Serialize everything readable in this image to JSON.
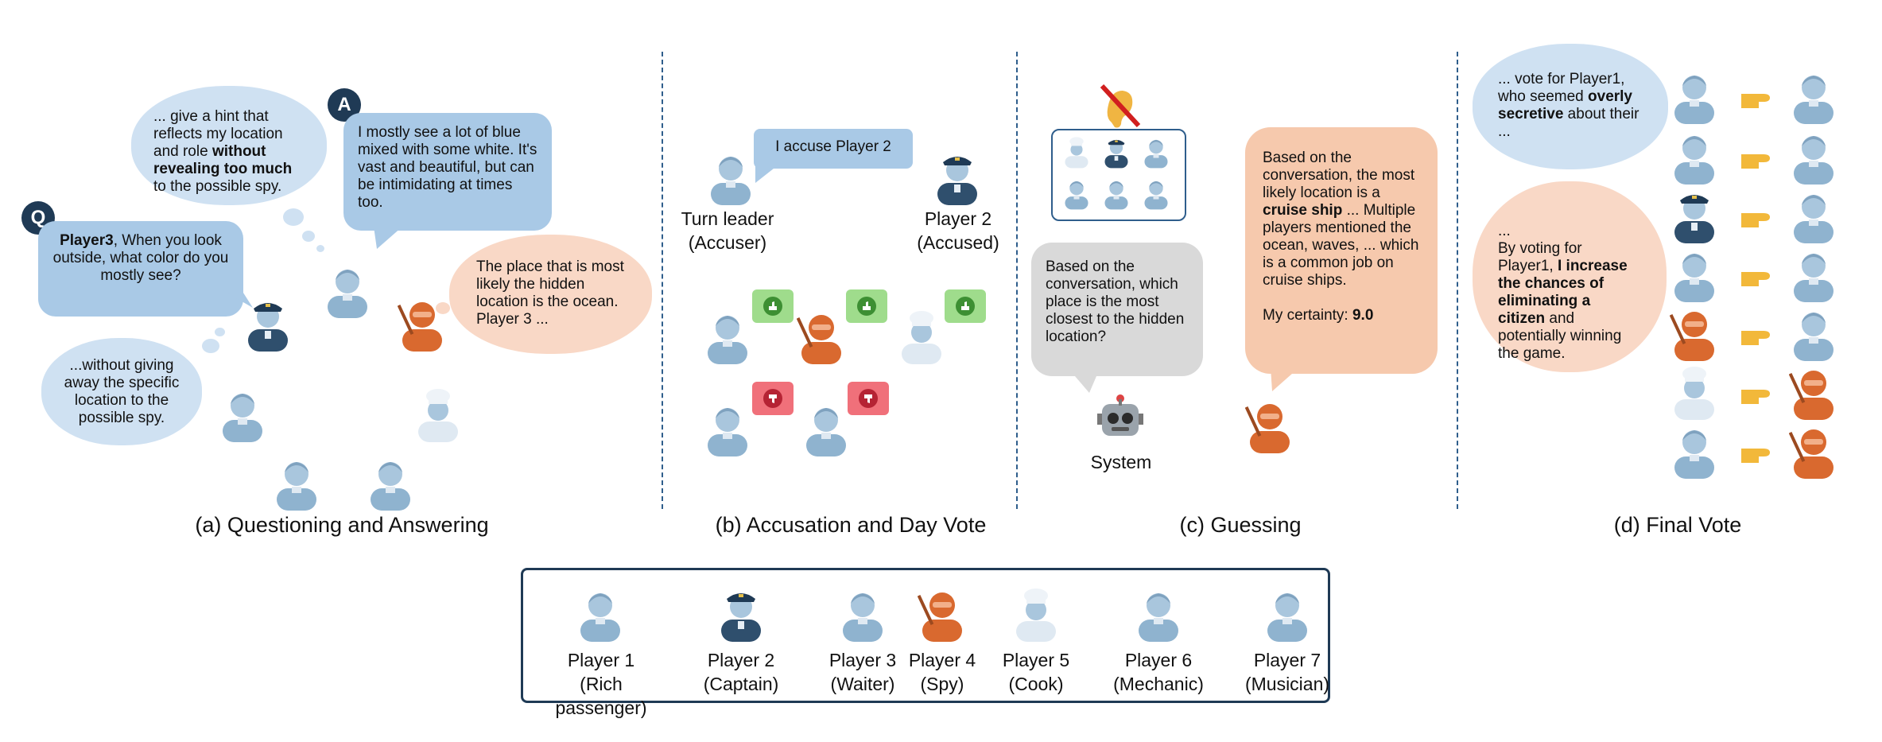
{
  "panels": {
    "a": {
      "caption": "(a) Questioning and Answering",
      "bubble_hint": {
        "pre": "... give a hint that reflects my location and role ",
        "bold": "without revealing too much",
        "post": " to the possible spy."
      },
      "bubble_answer": "I mostly see a lot of blue mixed with some white. It's vast and beautiful, but can be intimidating at times too.",
      "bubble_question": {
        "bold": "Player3",
        "post": ", When you look outside, what color do you mostly see?"
      },
      "bubble_without": "...without giving away the specific location to the possible spy.",
      "bubble_spy": "The place that is most likely the hidden location is the ocean. Player 3 ...",
      "badge_q": "Q",
      "badge_a": "A"
    },
    "b": {
      "caption": "(b) Accusation and Day Vote",
      "bubble_accuse": "I accuse Player 2",
      "accuser_label": "Turn leader\n(Accuser)",
      "accused_label": "Player 2\n(Accused)"
    },
    "c": {
      "caption": "(c) Guessing",
      "bubble_system": "Based on the conversation, which place is the most closest to the hidden location?",
      "system_label": "System",
      "bubble_guess": {
        "pre": "Based on the conversation, the most likely location is a ",
        "bold": "cruise ship",
        "post": " ... Multiple players mentioned the ocean, waves, ... which is a common job on cruise ships."
      },
      "certainty_label": "My certainty: ",
      "certainty_value": "9.0"
    },
    "d": {
      "caption": "(d) Final Vote",
      "bubble_vote": {
        "pre": "... vote for Player1, who seemed ",
        "bold": "overly secretive",
        "post": " about their ..."
      },
      "bubble_reason": {
        "pre": "...\nBy voting for Player1, ",
        "bold1": "I increase the chances of eliminating a citizen",
        "post": " and potentially winning the game."
      }
    }
  },
  "legend": [
    {
      "name": "Player 1",
      "role": "(Rich passenger)"
    },
    {
      "name": "Player 2",
      "role": "(Captain)"
    },
    {
      "name": "Player 3",
      "role": "(Waiter)"
    },
    {
      "name": "Player 4",
      "role": "(Spy)"
    },
    {
      "name": "Player 5",
      "role": "(Cook)"
    },
    {
      "name": "Player 6",
      "role": "(Mechanic)"
    },
    {
      "name": "Player 7",
      "role": "(Musician)"
    }
  ],
  "colors": {
    "citizen": "#8fb3cf",
    "spy": "#d9692f",
    "divider": "#2f5e8c",
    "blue_bubble": "#a9c9e6",
    "peach_bubble": "#f6c9ad"
  }
}
